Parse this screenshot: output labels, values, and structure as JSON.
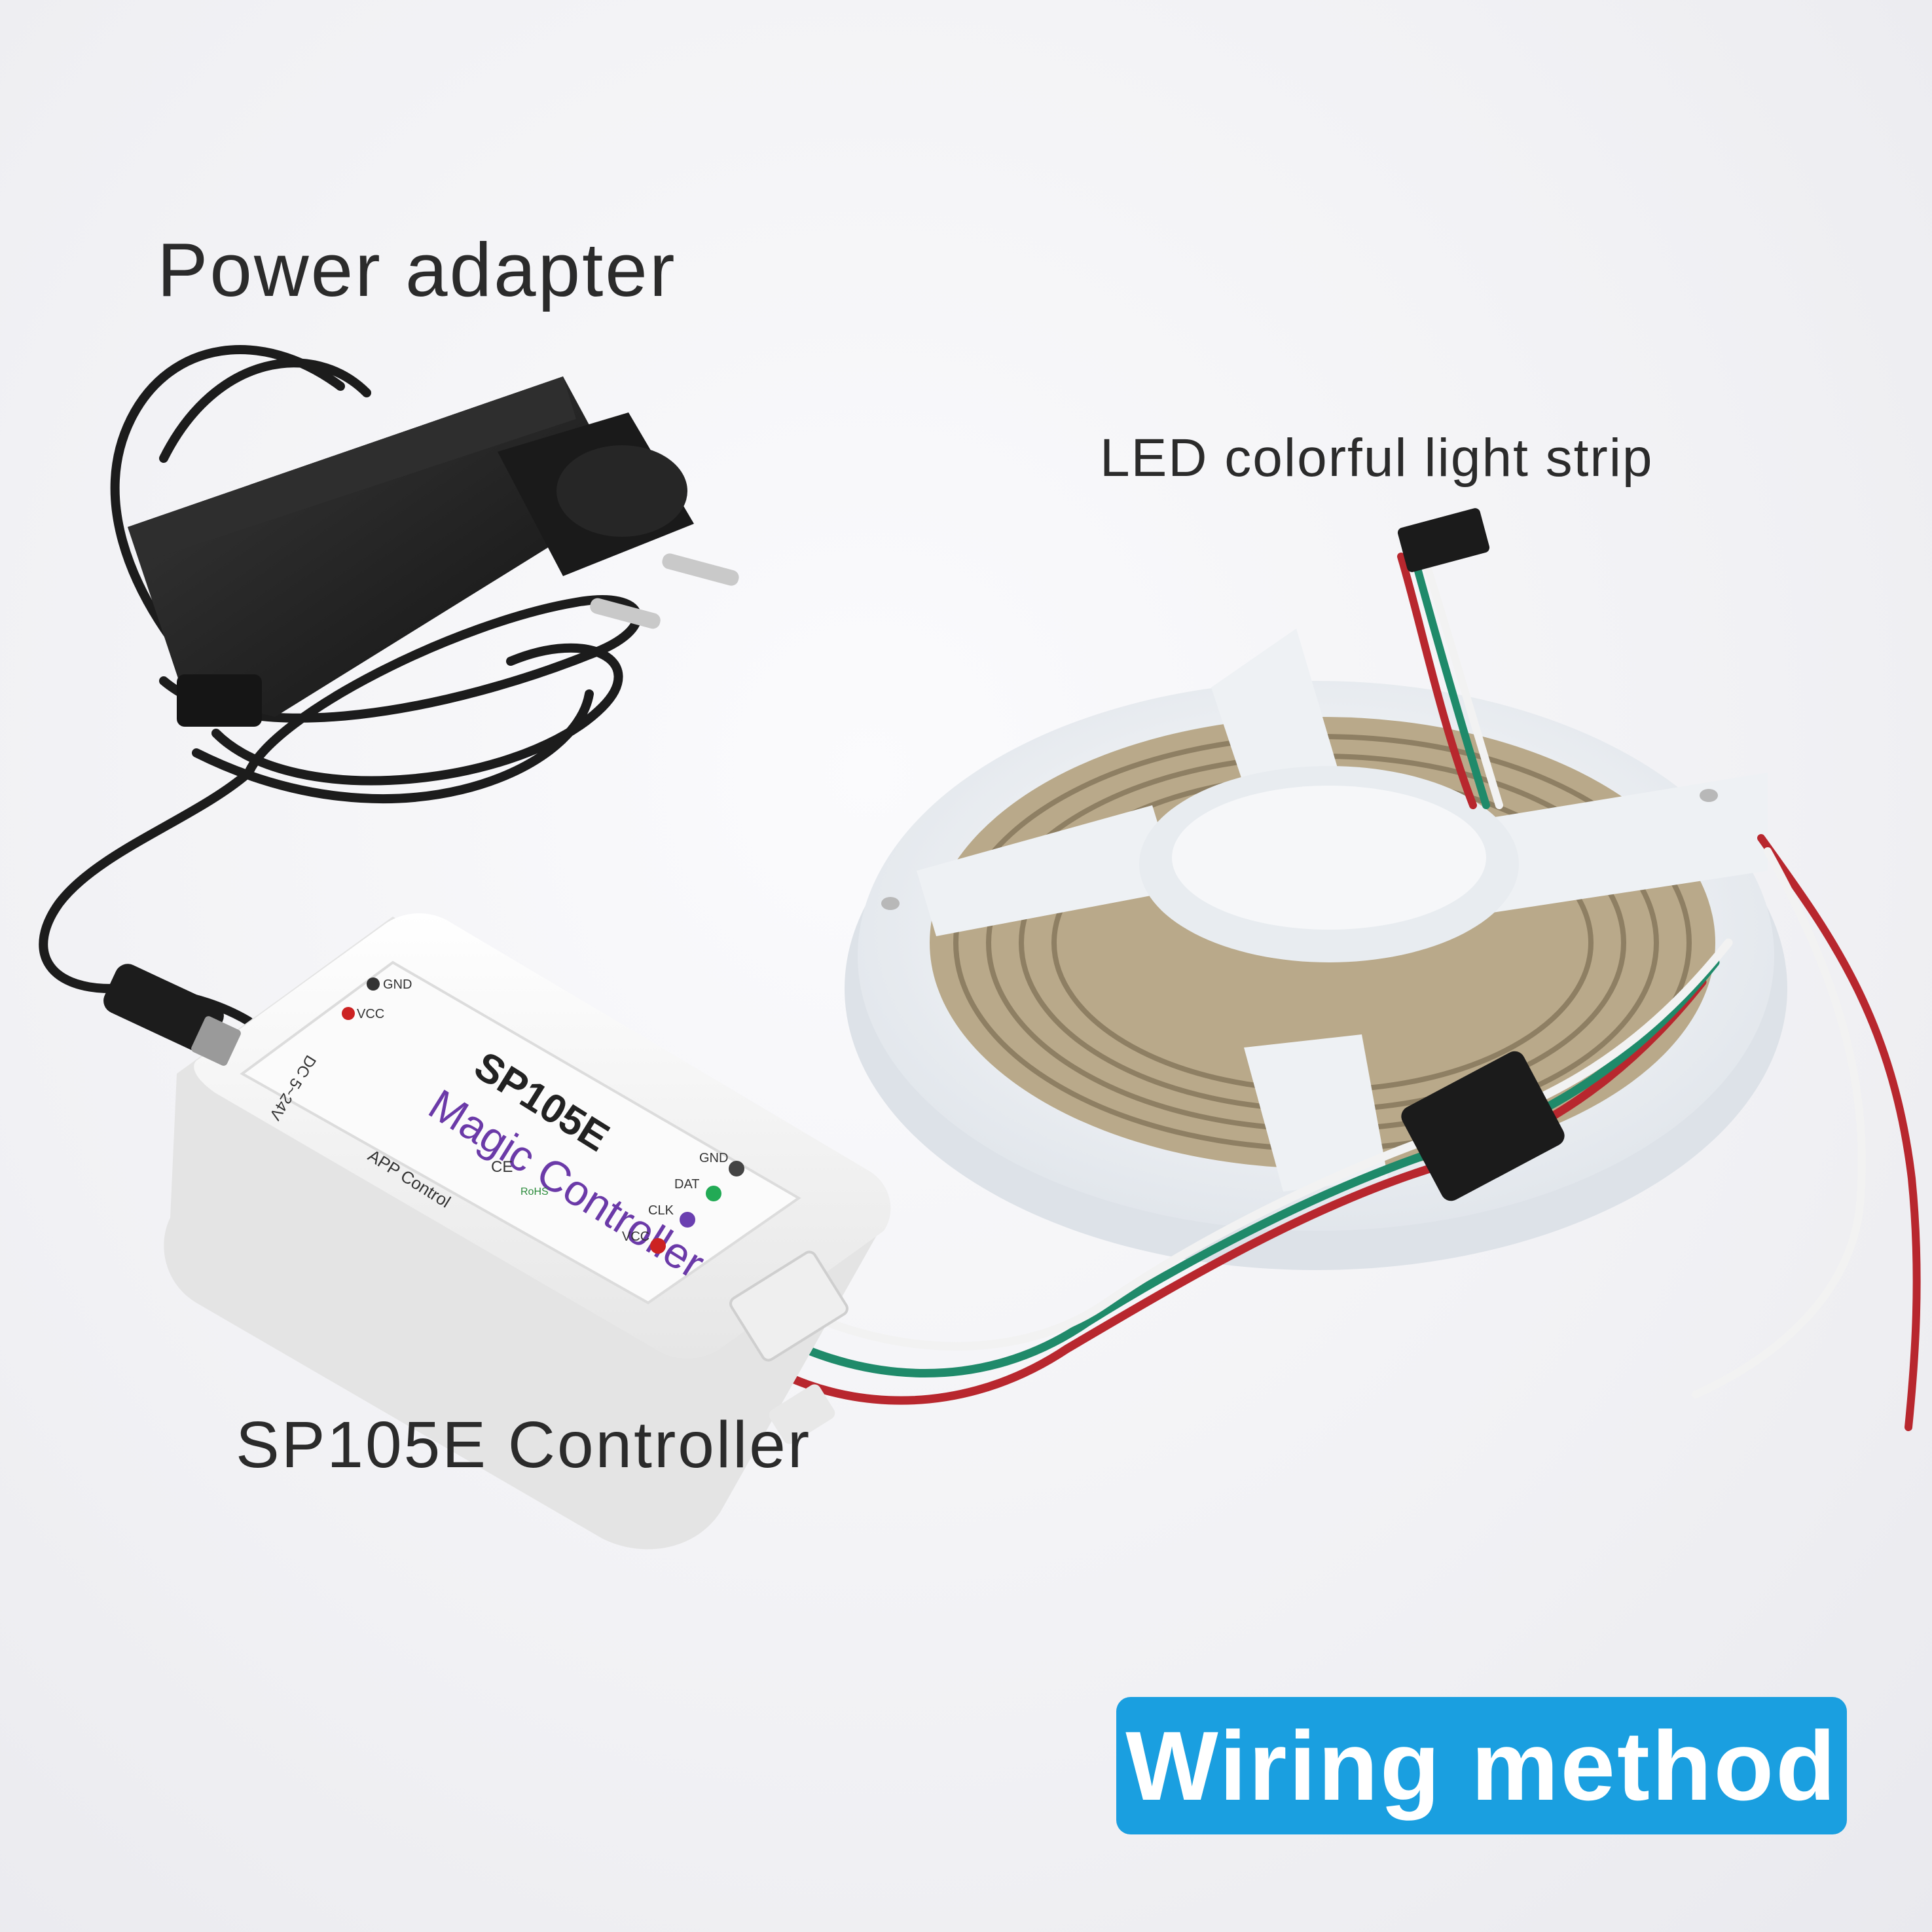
{
  "captions": {
    "power_adapter": "Power adapter",
    "led_strip": "LED colorful light strip",
    "controller": "SP105E  Controller"
  },
  "badge": {
    "label": "Wiring method",
    "color": "#1a9fe0"
  },
  "controller_label": {
    "model": "SP105E",
    "product": "Magic Controller",
    "app": "APP Control",
    "power_rating": "DC 5~24V",
    "input_pins": [
      "GND",
      "VCC"
    ],
    "output_pins": [
      "GND",
      "DAT",
      "CLK",
      "VCC"
    ],
    "certifications": [
      "CE",
      "RoHS"
    ]
  },
  "colors": {
    "wire_red": "#b8272e",
    "wire_green": "#1f8a6a",
    "wire_white": "#f2f2f2",
    "cable_black": "#1c1c1c",
    "reel": "#eef1f4",
    "tape": "#b9a98a"
  }
}
